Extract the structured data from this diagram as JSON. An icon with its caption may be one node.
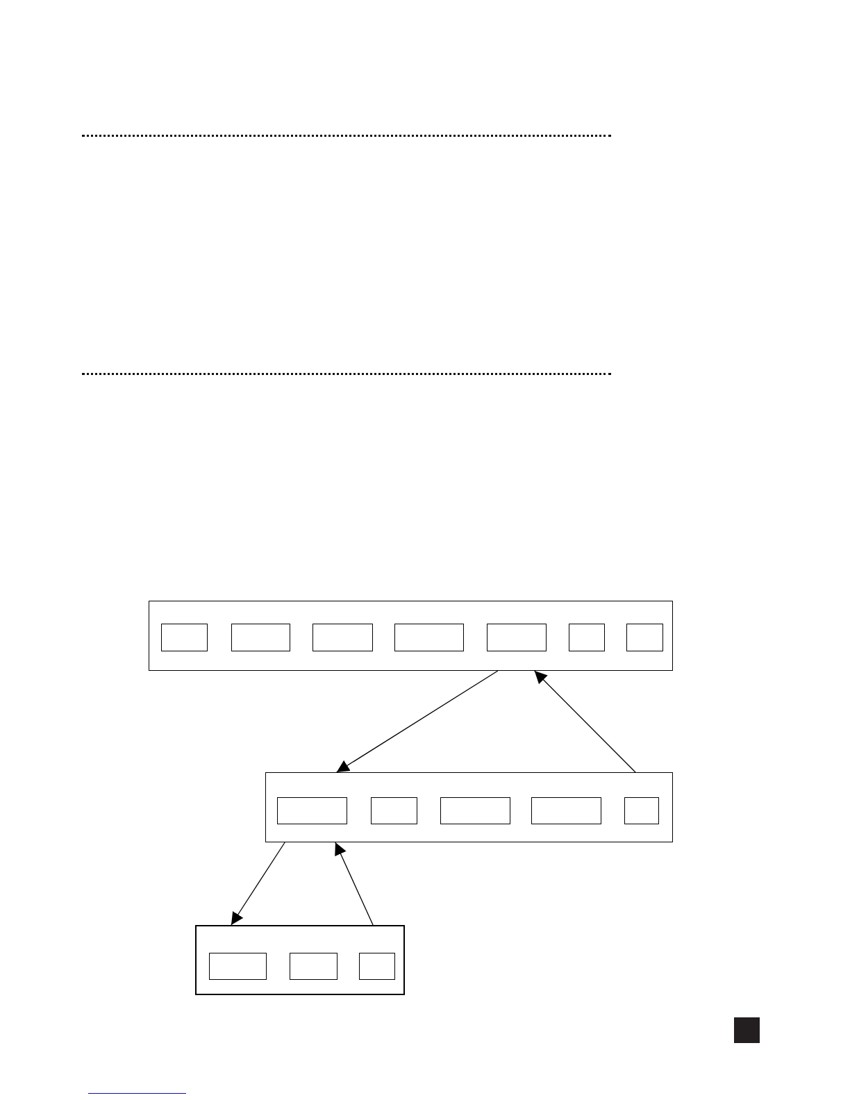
{
  "diagram": {
    "nodes": [
      {
        "text": [],
        "shape": "box"
      },
      {
        "text": [],
        "shape": "box",
        "in": 0
      },
      {
        "text": [],
        "shape": "box",
        "in": 0
      },
      {
        "text": [],
        "shape": "box",
        "in": 0
      },
      {
        "text": [],
        "shape": "box",
        "in": 0
      },
      {
        "text": [],
        "shape": "box",
        "in": 0
      },
      {
        "text": [],
        "shape": "box",
        "in": 0
      },
      {
        "text": [],
        "shape": "box",
        "in": 0
      },
      {
        "text": [],
        "shape": "box"
      },
      {
        "text": [],
        "shape": "box",
        "in": 8
      },
      {
        "text": [],
        "shape": "box",
        "in": 8
      },
      {
        "text": [],
        "shape": "box",
        "in": 8
      },
      {
        "text": [],
        "shape": "box",
        "in": 8
      },
      {
        "text": [],
        "shape": "box",
        "in": 8
      },
      {
        "text": [],
        "shape": "box"
      },
      {
        "text": [],
        "shape": "box",
        "in": 14
      },
      {
        "text": [],
        "shape": "box",
        "in": 14
      },
      {
        "text": [],
        "shape": "box",
        "in": 14
      }
    ],
    "edges": [
      {
        "from": 0,
        "to": 8,
        "arrow": "to"
      },
      {
        "from": 8,
        "to": 0,
        "arrow": "to"
      },
      {
        "from": 8,
        "to": 14,
        "arrow": "to"
      },
      {
        "from": 14,
        "to": 8,
        "arrow": "to"
      }
    ]
  }
}
